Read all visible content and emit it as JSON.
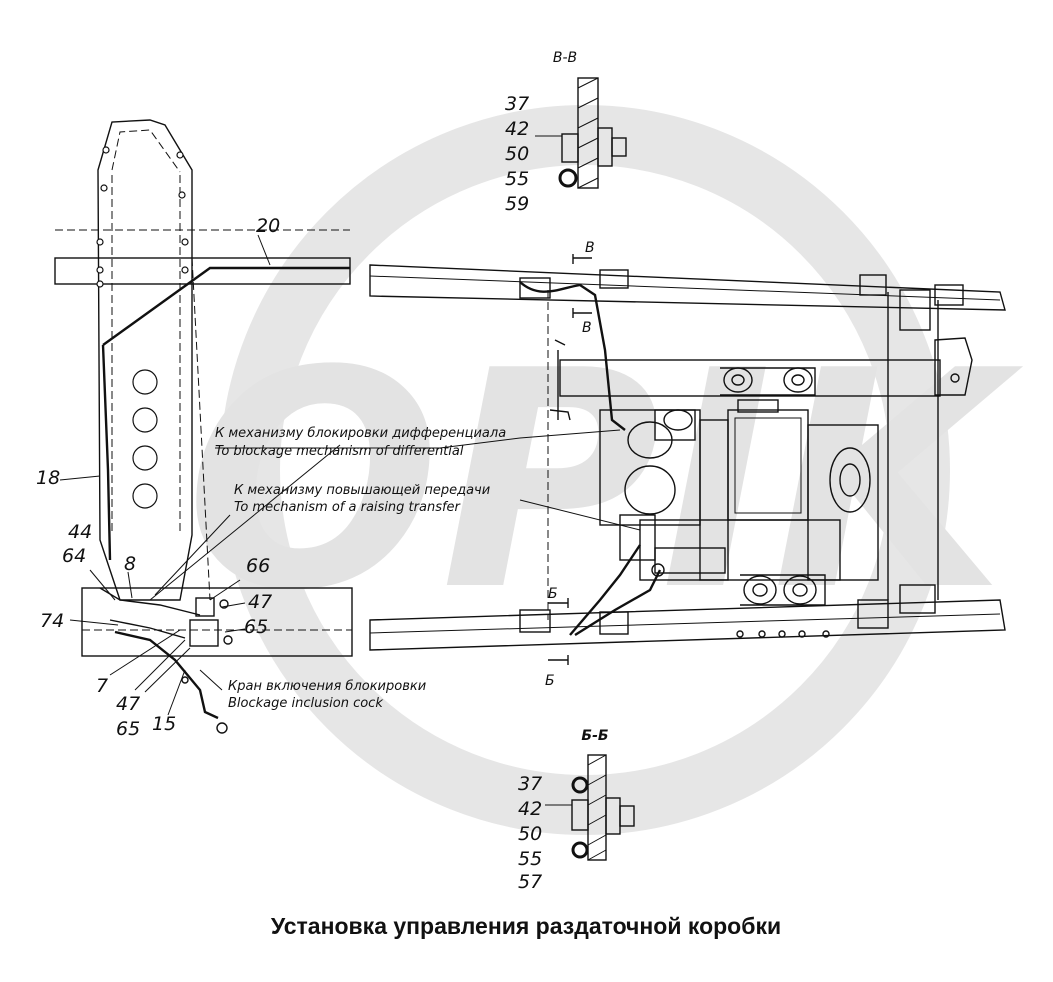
{
  "title": "Установка управления раздаточной коробки",
  "watermark": {
    "text": "OPIK",
    "color": "#e3e3e3"
  },
  "sections": {
    "vv": {
      "label": "В-В",
      "parts": [
        "37",
        "42",
        "50",
        "55",
        "59"
      ]
    },
    "bb": {
      "label": "Б-Б",
      "parts": [
        "37",
        "42",
        "50",
        "55",
        "57"
      ]
    }
  },
  "section_marks": {
    "v_top": "В",
    "v_bottom": "В",
    "b_top": "Б",
    "b_bottom": "Б"
  },
  "callouts": {
    "c20": "20",
    "c18": "18",
    "c44": "44",
    "c64": "64",
    "c8": "8",
    "c66": "66",
    "c74": "74",
    "c47a": "47",
    "c65a": "65",
    "c7": "7",
    "c47b": "47",
    "c65b": "65",
    "c15": "15"
  },
  "notes": {
    "diff_ru": "К механизму блокировки дифференциала",
    "diff_en": "To blockage mechanism of differential",
    "transfer_ru": "К механизму повышающей передачи",
    "transfer_en": "To mechanism of a raising transfer",
    "cock_ru": "Кран включения блокировки",
    "cock_en": "Blockage inclusion cock"
  }
}
